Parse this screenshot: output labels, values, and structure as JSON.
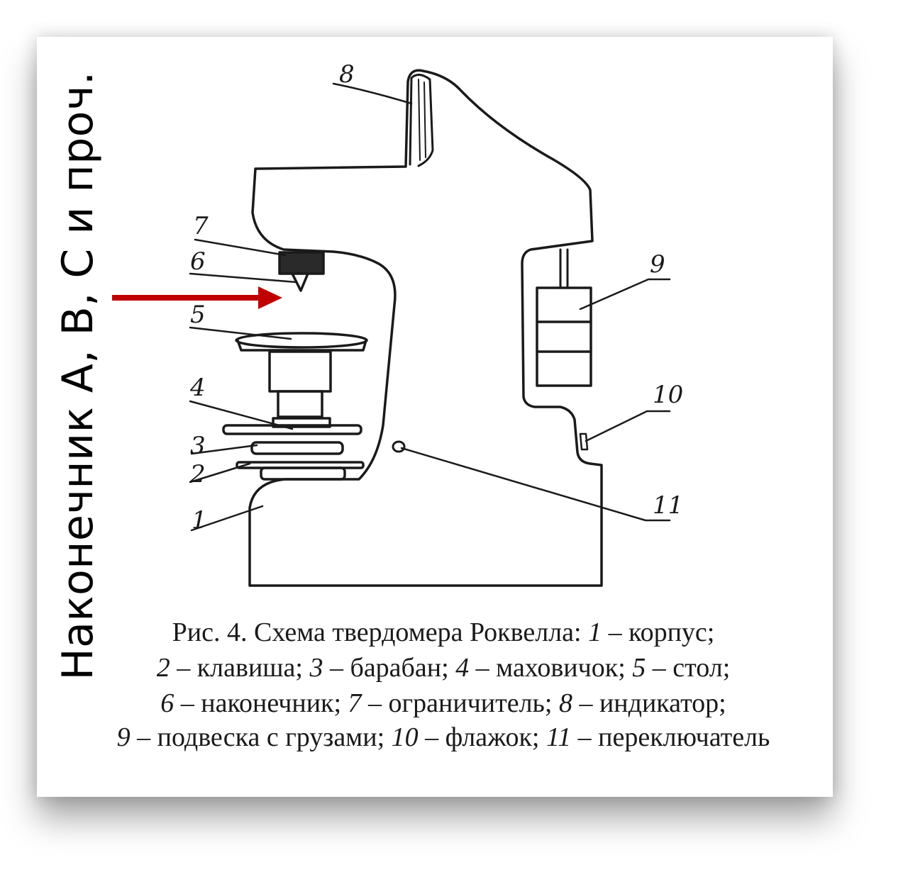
{
  "vertical_label": "Наконечник А, В, С и проч.",
  "callouts": [
    "1",
    "2",
    "3",
    "4",
    "5",
    "6",
    "7",
    "8",
    "9",
    "10",
    "11"
  ],
  "colors": {
    "arrow": "#c00000",
    "ink": "#1a1a1a"
  },
  "caption": {
    "line1": {
      "a": "Рис. 4. Схема твердомера Роквелла: ",
      "n1": "1",
      "t1": " – корпус;"
    },
    "line2": {
      "n1": "2",
      "t1": " – клавиша; ",
      "n2": "3",
      "t2": " – барабан; ",
      "n3": "4",
      "t3": " – маховичок; ",
      "n4": "5",
      "t4": " – стол;"
    },
    "line3": {
      "n1": "6",
      "t1": " – наконечник; ",
      "n2": "7",
      "t2": " – ограничитель; ",
      "n3": "8",
      "t3": " – индикатор;"
    },
    "line4": {
      "n1": "9",
      "t1": " – подвеска с грузами; ",
      "n2": "10",
      "t2": " – флажок; ",
      "n3": "11",
      "t3": " – переключатель"
    }
  }
}
